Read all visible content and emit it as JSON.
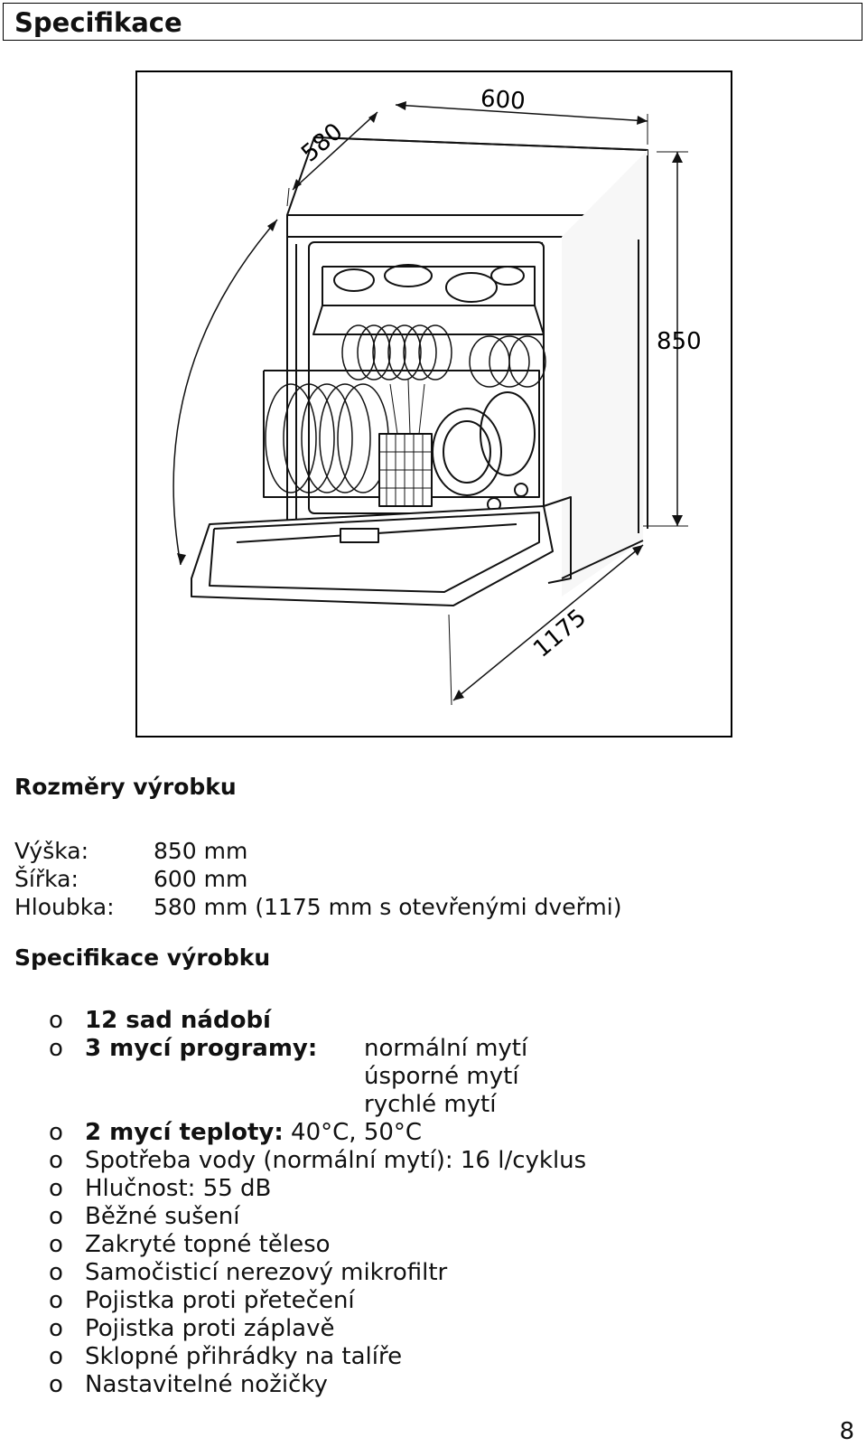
{
  "header": {
    "title": "Specifikace"
  },
  "figure": {
    "dim_depth": "580",
    "dim_width": "600",
    "dim_height": "850",
    "dim_depth_open": "1175"
  },
  "dimensions": {
    "heading": "Rozměry výrobku",
    "rows": [
      {
        "label": "Výška:",
        "value": "850 mm"
      },
      {
        "label": "Šířka:",
        "value": "600 mm"
      },
      {
        "label": "Hloubka:",
        "value": "580 mm (1175 mm s otevřenými dveřmi)"
      }
    ]
  },
  "specs": {
    "heading": "Specifikace výrobku",
    "bullet": "o",
    "capacity": "12 sad nádobí",
    "programs_label": "3 mycí programy:",
    "programs": [
      "normální mytí",
      "úsporné mytí",
      "rychlé mytí"
    ],
    "temps_label": "2 mycí teploty:",
    "temps_value": " 40°C, 50°C",
    "items": [
      "Spotřeba vody (normální mytí): 16 l/cyklus",
      "Hlučnost: 55 dB",
      "Běžné sušení",
      "Zakryté topné těleso",
      "Samočisticí nerezový mikrofiltr",
      "Pojistka proti přetečení",
      "Pojistka proti záplavě",
      "Sklopné přihrádky na talíře",
      "Nastavitelné nožičky"
    ]
  },
  "page_number": "8"
}
